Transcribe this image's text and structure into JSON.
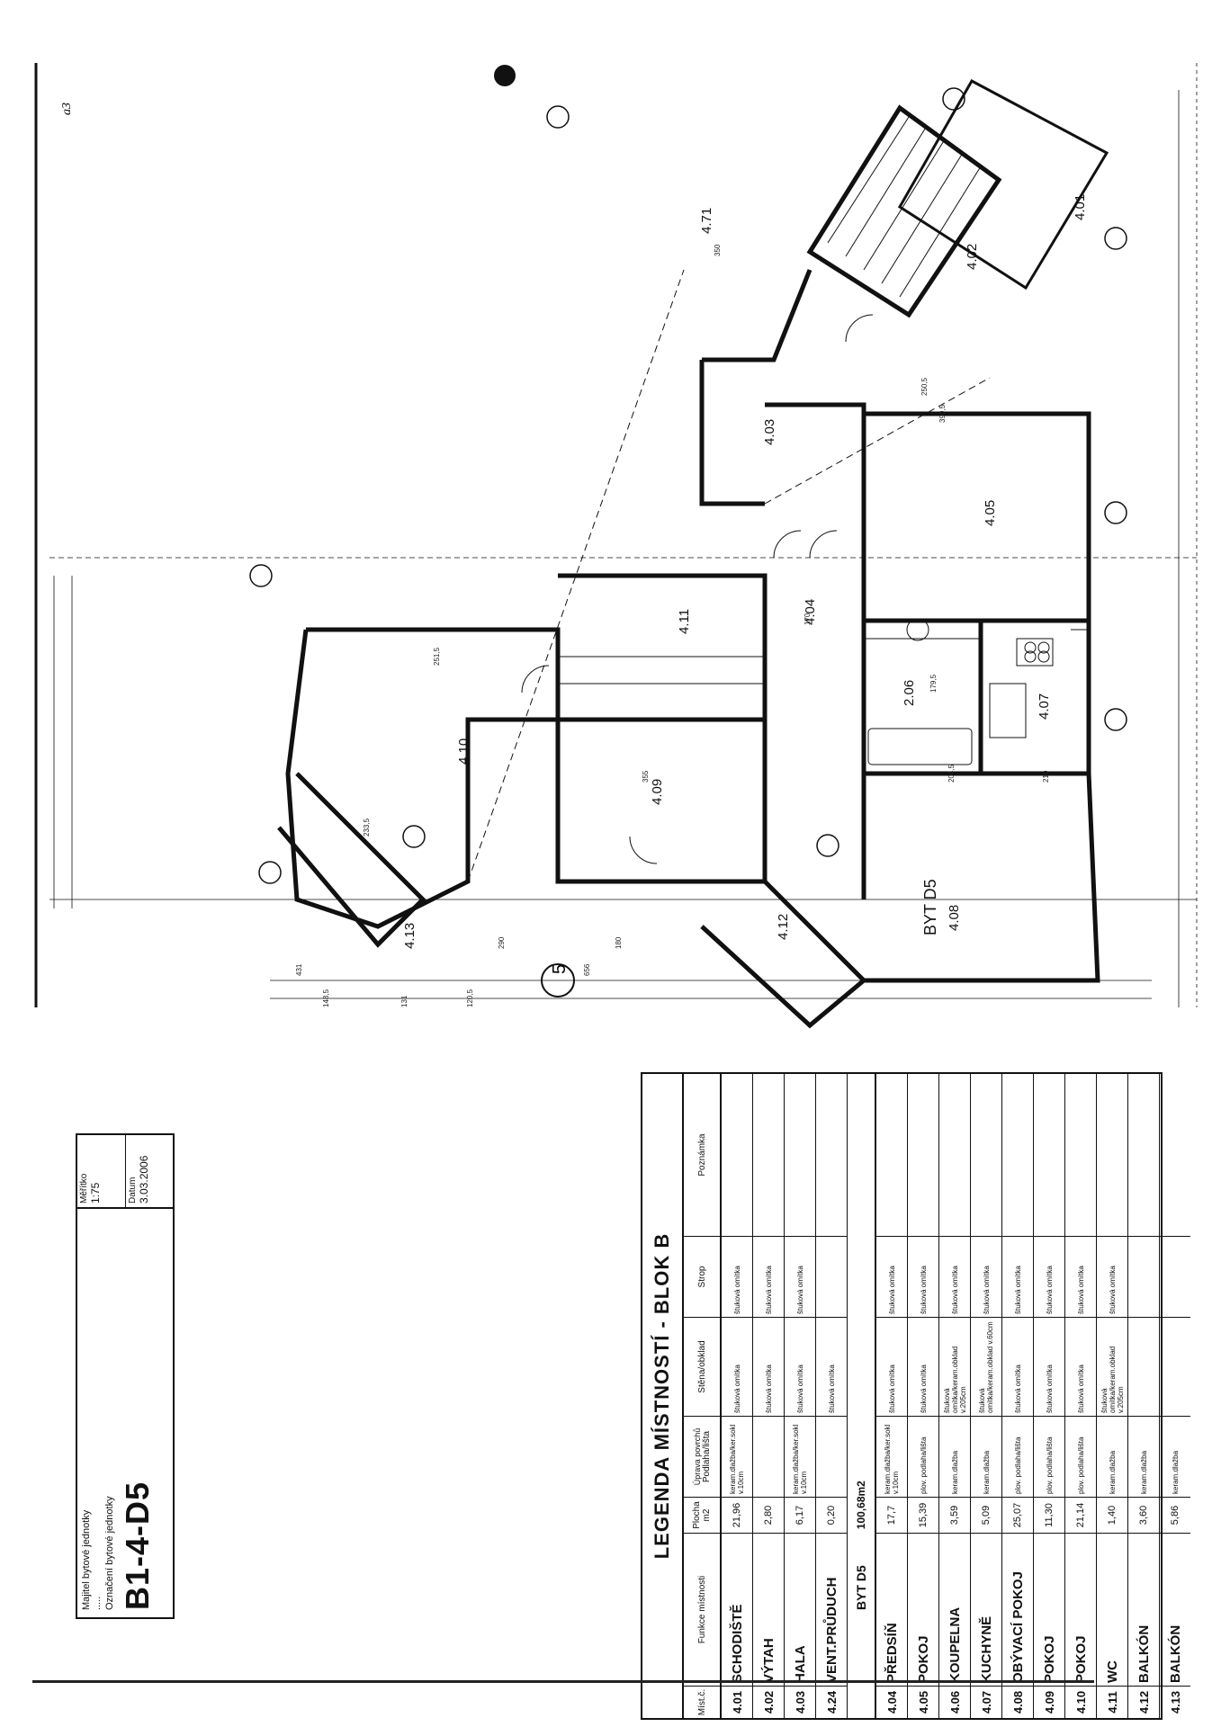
{
  "plan": {
    "corner_note": "a3",
    "apartment_label": "BYT D5",
    "axis_marker": "5",
    "rooms": [
      {
        "id": "4.01"
      },
      {
        "id": "4.02"
      },
      {
        "id": "4.03"
      },
      {
        "id": "4.04"
      },
      {
        "id": "4.05"
      },
      {
        "id": "2.06"
      },
      {
        "id": "4.07"
      },
      {
        "id": "4.08"
      },
      {
        "id": "4.09"
      },
      {
        "id": "4.10"
      },
      {
        "id": "4.11"
      },
      {
        "id": "4.12"
      },
      {
        "id": "4.13"
      },
      {
        "id": "4.71"
      }
    ],
    "dimensions": [
      "251,5",
      "233,5",
      "355",
      "170",
      "179,5",
      "204,5",
      "210",
      "399,5",
      "250,5",
      "350",
      "180",
      "290",
      "431",
      "148,5",
      "131",
      "120,5",
      "656"
    ]
  },
  "legend": {
    "title": "LEGENDA MÍSTNOSTÍ - BLOK B",
    "headers": {
      "num": "Míst.č.",
      "func": "Funkce místnosti",
      "area": "Plocha m2",
      "surface": "Úprava povrchů",
      "floor": "Podlaha/lišta",
      "wall": "Stěna/obklad",
      "ceiling": "Strop",
      "note": "Poznámka"
    },
    "common_rows": [
      {
        "num": "4.01",
        "name": "SCHODIŠTĚ",
        "area": "21,96",
        "floor": "keram.dlažba/ker.sokl v.10cm",
        "wall": "štuková omítka",
        "ceiling": "štuková omítka"
      },
      {
        "num": "4.02",
        "name": "VÝTAH",
        "area": "2,80",
        "floor": "",
        "wall": "štuková omítka",
        "ceiling": "štuková omítka"
      },
      {
        "num": "4.03",
        "name": "HALA",
        "area": "6,17",
        "floor": "keram.dlažba/ker.sokl v.10cm",
        "wall": "štuková omítka",
        "ceiling": "štuková omítka"
      },
      {
        "num": "4.24",
        "name": "VENT.PRŮDUCH",
        "area": "0,20",
        "floor": "",
        "wall": "štuková omítka",
        "ceiling": ""
      }
    ],
    "apartment": {
      "label": "BYT D5",
      "area": "100,68m2"
    },
    "apartment_rows": [
      {
        "num": "4.04",
        "name": "PŘEDSÍŇ",
        "area": "17,7",
        "floor": "keram.dlažba/ker.sokl v.10cm",
        "wall": "štuková omítka",
        "ceiling": "štuková omítka"
      },
      {
        "num": "4.05",
        "name": "POKOJ",
        "area": "15,39",
        "floor": "plov. podlaha/lišta",
        "wall": "štuková omítka",
        "ceiling": "štuková omítka"
      },
      {
        "num": "4.06",
        "name": "KOUPELNA",
        "area": "3,59",
        "floor": "keram.dlažba",
        "wall": "štuková omítka/keram.obklad v.205cm",
        "ceiling": "štuková omítka"
      },
      {
        "num": "4.07",
        "name": "KUCHYNĚ",
        "area": "5,09",
        "floor": "keram.dlažba",
        "wall": "štuková omítka/keram.obklad v.60cm",
        "ceiling": "štuková omítka"
      },
      {
        "num": "4.08",
        "name": "OBÝVACÍ POKOJ",
        "area": "25,07",
        "floor": "plov. podlaha/lišta",
        "wall": "štuková omítka",
        "ceiling": "štuková omítka"
      },
      {
        "num": "4.09",
        "name": "POKOJ",
        "area": "11,30",
        "floor": "plov. podlaha/lišta",
        "wall": "štuková omítka",
        "ceiling": "štuková omítka"
      },
      {
        "num": "4.10",
        "name": "POKOJ",
        "area": "21,14",
        "floor": "plov. podlaha/lišta",
        "wall": "štuková omítka",
        "ceiling": "štuková omítka"
      },
      {
        "num": "4.11",
        "name": "WC",
        "area": "1,40",
        "floor": "keram.dlažba",
        "wall": "štuková omítka/keram.obklad v.205cm",
        "ceiling": "štuková omítka"
      },
      {
        "num": "4.12",
        "name": "BALKÓN",
        "area": "3,60",
        "floor": "keram.dlažba",
        "wall": "",
        "ceiling": ""
      },
      {
        "num": "4.13",
        "name": "BALKÓN",
        "area": "5,86",
        "floor": "keram.dlažba",
        "wall": "",
        "ceiling": ""
      }
    ]
  },
  "title_block": {
    "owner_label": "Majitel bytové jednotky",
    "owner_value": ".....",
    "unit_label": "Označení bytové jednotky",
    "unit_code": "B1-4-D5",
    "scale_label": "Měřítko",
    "scale_value": "1:75",
    "date_label": "Datum",
    "date_value": "3.03.2006"
  }
}
